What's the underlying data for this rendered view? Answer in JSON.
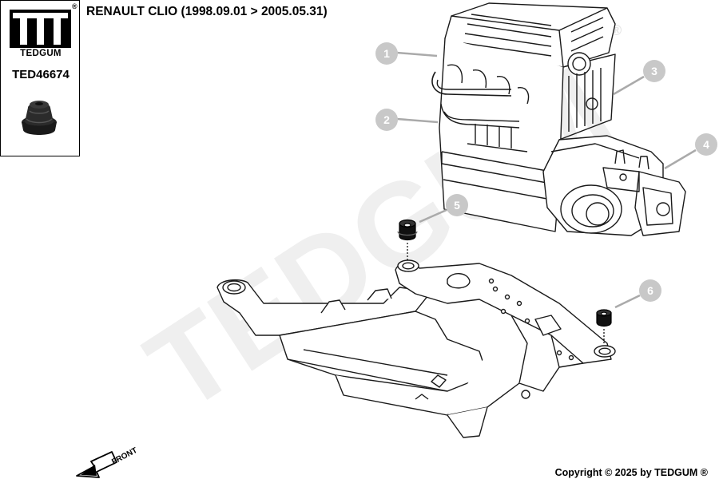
{
  "brand": {
    "name": "TEDGUM",
    "registered": "®"
  },
  "part": {
    "number": "TED46674",
    "thumbnail_icon": "rubber-bushing-icon"
  },
  "vehicle": {
    "title": "RENAULT CLIO (1998.09.01 > 2005.05.31)"
  },
  "watermark": {
    "text": "TEDGUM",
    "registered": "®"
  },
  "callouts": [
    "1",
    "2",
    "3",
    "4",
    "5",
    "6"
  ],
  "front_label": "FRONT",
  "copyright": "Copyright © 2025 by TEDGUM ®",
  "colors": {
    "callout": "#c8c8c8",
    "line": "#1a1a1a",
    "watermark": "#efefef"
  }
}
